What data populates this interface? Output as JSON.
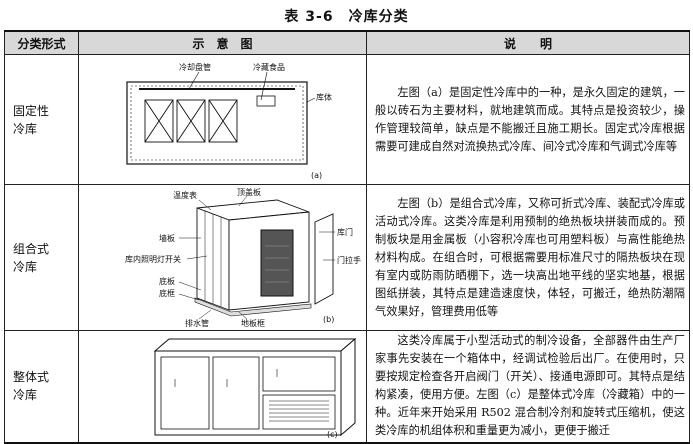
{
  "table": {
    "title": "表 3-6　冷库分类",
    "headers": [
      "分类形式",
      "示　意　图",
      "说　　明"
    ],
    "rows": [
      {
        "category_line1": "固定性",
        "category_line2": "冷库",
        "figure_tag": "(a)",
        "figure_labels": [
          "冷却盘管",
          "冷藏食品",
          "库体"
        ],
        "description": "左图（a）是固定性冷库中的一种，是永久固定的建筑，一般以砖石为主要材料，就地建筑而成。其特点是投资较少，操作管理较简单，缺点是不能搬迁且施工期长。固定式冷库根据需要可建成自然对流换热式冷库、间冷式冷库和气调式冷库等"
      },
      {
        "category_line1": "组合式",
        "category_line2": "冷库",
        "figure_tag": "(b)",
        "figure_labels": [
          "温度表",
          "顶盖板",
          "墙板",
          "库门",
          "库内照明灯开关",
          "门拉手",
          "底板",
          "底框",
          "排水管",
          "地板框"
        ],
        "description": "左图（b）是组合式冷库，又称可折式冷库、装配式冷库或活动式冷库。这类冷库是利用预制的绝热板块拼装而成的。预制板块是用金属板（小容积冷库也可用塑料板）与高性能绝热材料构成。在组合时，可根据需要用标准尺寸的隔热板块在现有室内或防雨防晒棚下，选一块高出地平线的坚实地基，根据图纸拼装，其特点是建造速度快，体轻，可搬迁，绝热防潮隔气效果好，管理费用低等"
      },
      {
        "category_line1": "整体式",
        "category_line2": "冷库",
        "figure_tag": "(c)",
        "figure_labels": [],
        "description": "这类冷库属于小型活动式的制冷设备，全部器件由生产厂家事先安装在一个箱体中，经调试检验后出厂。在使用时，只要按规定检查各开启阀门（开关）、接通电源即可。其特点是结构紧凑，使用方便。左图（c）是整体式冷库（冷藏箱）中的一种。近年来开始采用 R502 混合制冷剂和旋转式压缩机，使这类冷库的机组体积和重量更为减小，更便于搬迁"
      }
    ]
  }
}
